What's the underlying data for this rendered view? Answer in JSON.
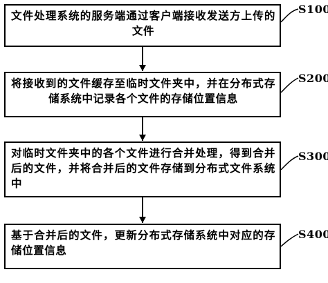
{
  "steps": [
    {
      "label": "S100",
      "text": "文件处理系统的服务端通过客户端接收发送方上传的文件"
    },
    {
      "label": "S200",
      "text": "将接收到的文件缓存至临时文件夹中，并在分布式存储系统中记录各个文件的存储位置信息"
    },
    {
      "label": "S300",
      "text": "对临时文件夹中的各个文件进行合并处理，得到合并后的文件，并将合并后的文件存储到分布式文件系统中"
    },
    {
      "label": "S400",
      "text": "基于合并后的文件，更新分布式存储系统中对应的存储位置信息"
    }
  ]
}
